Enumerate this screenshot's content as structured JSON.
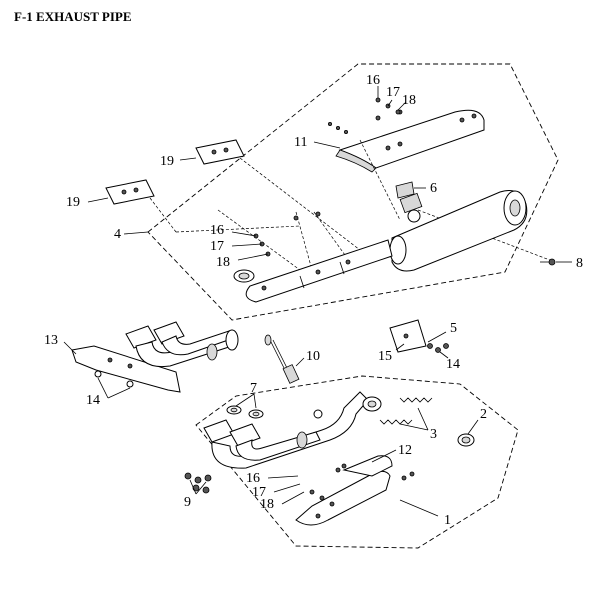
{
  "title": "F-1 EXHAUST PIPE",
  "callouts": [
    {
      "id": "c16a",
      "label": "16"
    },
    {
      "id": "c17a",
      "label": "17"
    },
    {
      "id": "c18a",
      "label": "18"
    },
    {
      "id": "c11",
      "label": "11"
    },
    {
      "id": "c19a",
      "label": "19"
    },
    {
      "id": "c19b",
      "label": "19"
    },
    {
      "id": "c6",
      "label": "6"
    },
    {
      "id": "c4",
      "label": "4"
    },
    {
      "id": "c16b",
      "label": "16"
    },
    {
      "id": "c17b",
      "label": "17"
    },
    {
      "id": "c18b",
      "label": "18"
    },
    {
      "id": "c8",
      "label": "8"
    },
    {
      "id": "c13",
      "label": "13"
    },
    {
      "id": "c5",
      "label": "5"
    },
    {
      "id": "c15",
      "label": "15"
    },
    {
      "id": "c14a",
      "label": "14"
    },
    {
      "id": "c10",
      "label": "10"
    },
    {
      "id": "c14b",
      "label": "14"
    },
    {
      "id": "c7",
      "label": "7"
    },
    {
      "id": "c2",
      "label": "2"
    },
    {
      "id": "c3",
      "label": "3"
    },
    {
      "id": "c12",
      "label": "12"
    },
    {
      "id": "c16c",
      "label": "16"
    },
    {
      "id": "c17c",
      "label": "17"
    },
    {
      "id": "c18c",
      "label": "18"
    },
    {
      "id": "c9",
      "label": "9"
    },
    {
      "id": "c1",
      "label": "1"
    }
  ]
}
